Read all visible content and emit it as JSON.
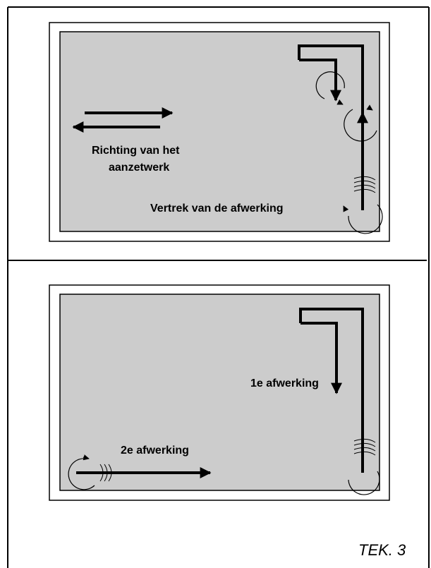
{
  "panel_top": {
    "label_direction_line1": "Richting van het",
    "label_direction_line2": "aanzetwerk",
    "label_start": "Vertrek van de afwerking"
  },
  "panel_bottom": {
    "label_first": "1e afwerking",
    "label_second": "2e afwerking"
  },
  "caption": "TEK. 3",
  "colors": {
    "panel_fill": "#cccccc",
    "line": "#000000"
  }
}
